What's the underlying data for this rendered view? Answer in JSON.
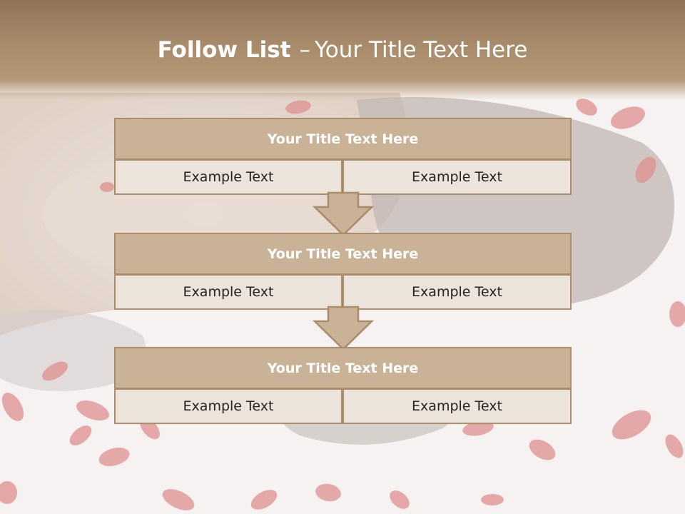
{
  "header": {
    "title_bold": "Follow List",
    "title_separator": "–",
    "title_rest": "Your Title Text Here"
  },
  "blocks": [
    {
      "title": "Your Title Text Here",
      "left_text": "Example Text",
      "right_text": "Example Text"
    },
    {
      "title": "Your Title Text Here",
      "left_text": "Example Text",
      "right_text": "Example Text"
    },
    {
      "title": "Your Title Text Here",
      "left_text": "Example Text",
      "right_text": "Example Text"
    }
  ],
  "colors": {
    "header": "#a88b6b",
    "block_title": "#c9b296",
    "block_border": "#a98c6c",
    "cell": "#ece3da",
    "petal": "#c93a3a"
  },
  "icons": {
    "arrow": "down-arrow-icon",
    "background": "rose-petal-photo"
  }
}
